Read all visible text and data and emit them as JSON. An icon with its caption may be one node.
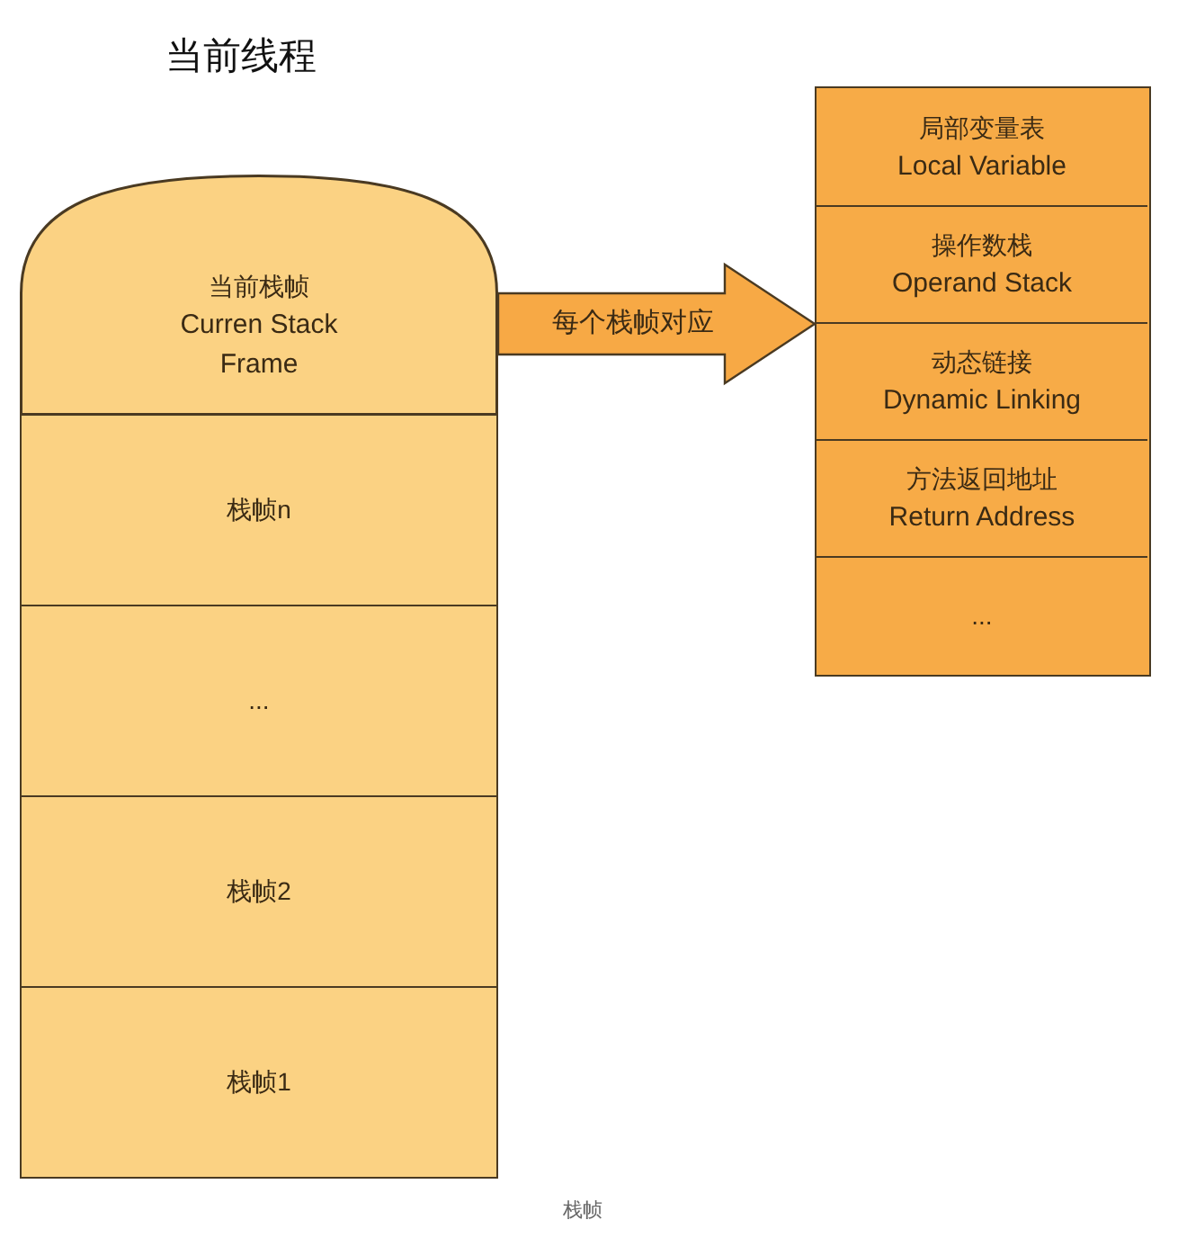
{
  "diagram": {
    "title": "当前线程",
    "caption": "栈帧",
    "nodes": [
      {
        "text": [
          "当前栈帧",
          "Curren Stack Frame"
        ]
      },
      {
        "text": [
          "栈帧n"
        ]
      },
      {
        "text": [
          "..."
        ]
      },
      {
        "text": [
          "栈帧2"
        ]
      },
      {
        "text": [
          "栈帧1"
        ]
      },
      {
        "text": [],
        "shape": "box"
      },
      {
        "text": [
          "局部变量表",
          "Local Variable"
        ],
        "in": 5
      },
      {
        "text": [
          "操作数栈",
          "Operand Stack"
        ],
        "in": 5
      },
      {
        "text": [
          "动态链接",
          "Dynamic Linking"
        ],
        "in": 5
      },
      {
        "text": [
          "方法返回地址",
          "Return Address"
        ],
        "in": 5
      },
      {
        "text": [
          "..."
        ],
        "in": 5
      }
    ],
    "edges": [
      {
        "from": 0,
        "to": 5,
        "arrow": "to",
        "label": "每个栈帧对应"
      }
    ]
  }
}
